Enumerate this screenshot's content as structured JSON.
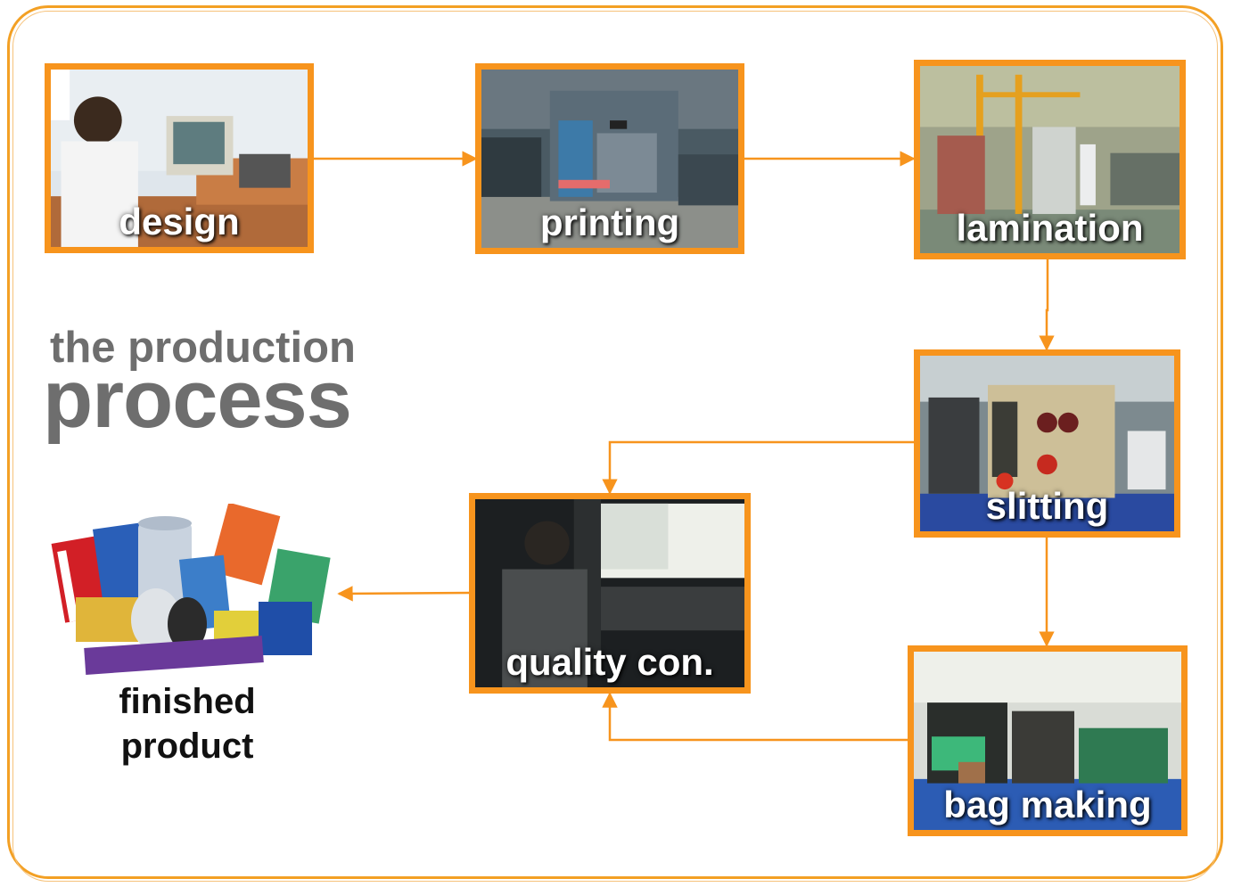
{
  "title": {
    "line1": "the production",
    "line2": "process"
  },
  "steps": [
    {
      "id": "design",
      "label": "design"
    },
    {
      "id": "printing",
      "label": "printing"
    },
    {
      "id": "lamination",
      "label": "lamination"
    },
    {
      "id": "slitting",
      "label": "slitting"
    },
    {
      "id": "bag-making",
      "label": "bag making"
    },
    {
      "id": "quality-con",
      "label": "quality con."
    }
  ],
  "finished": {
    "line1": "finished",
    "line2": "product"
  },
  "colors": {
    "accent": "#f7941d",
    "frame": "#f3a024",
    "title": "#6e6e6e"
  }
}
